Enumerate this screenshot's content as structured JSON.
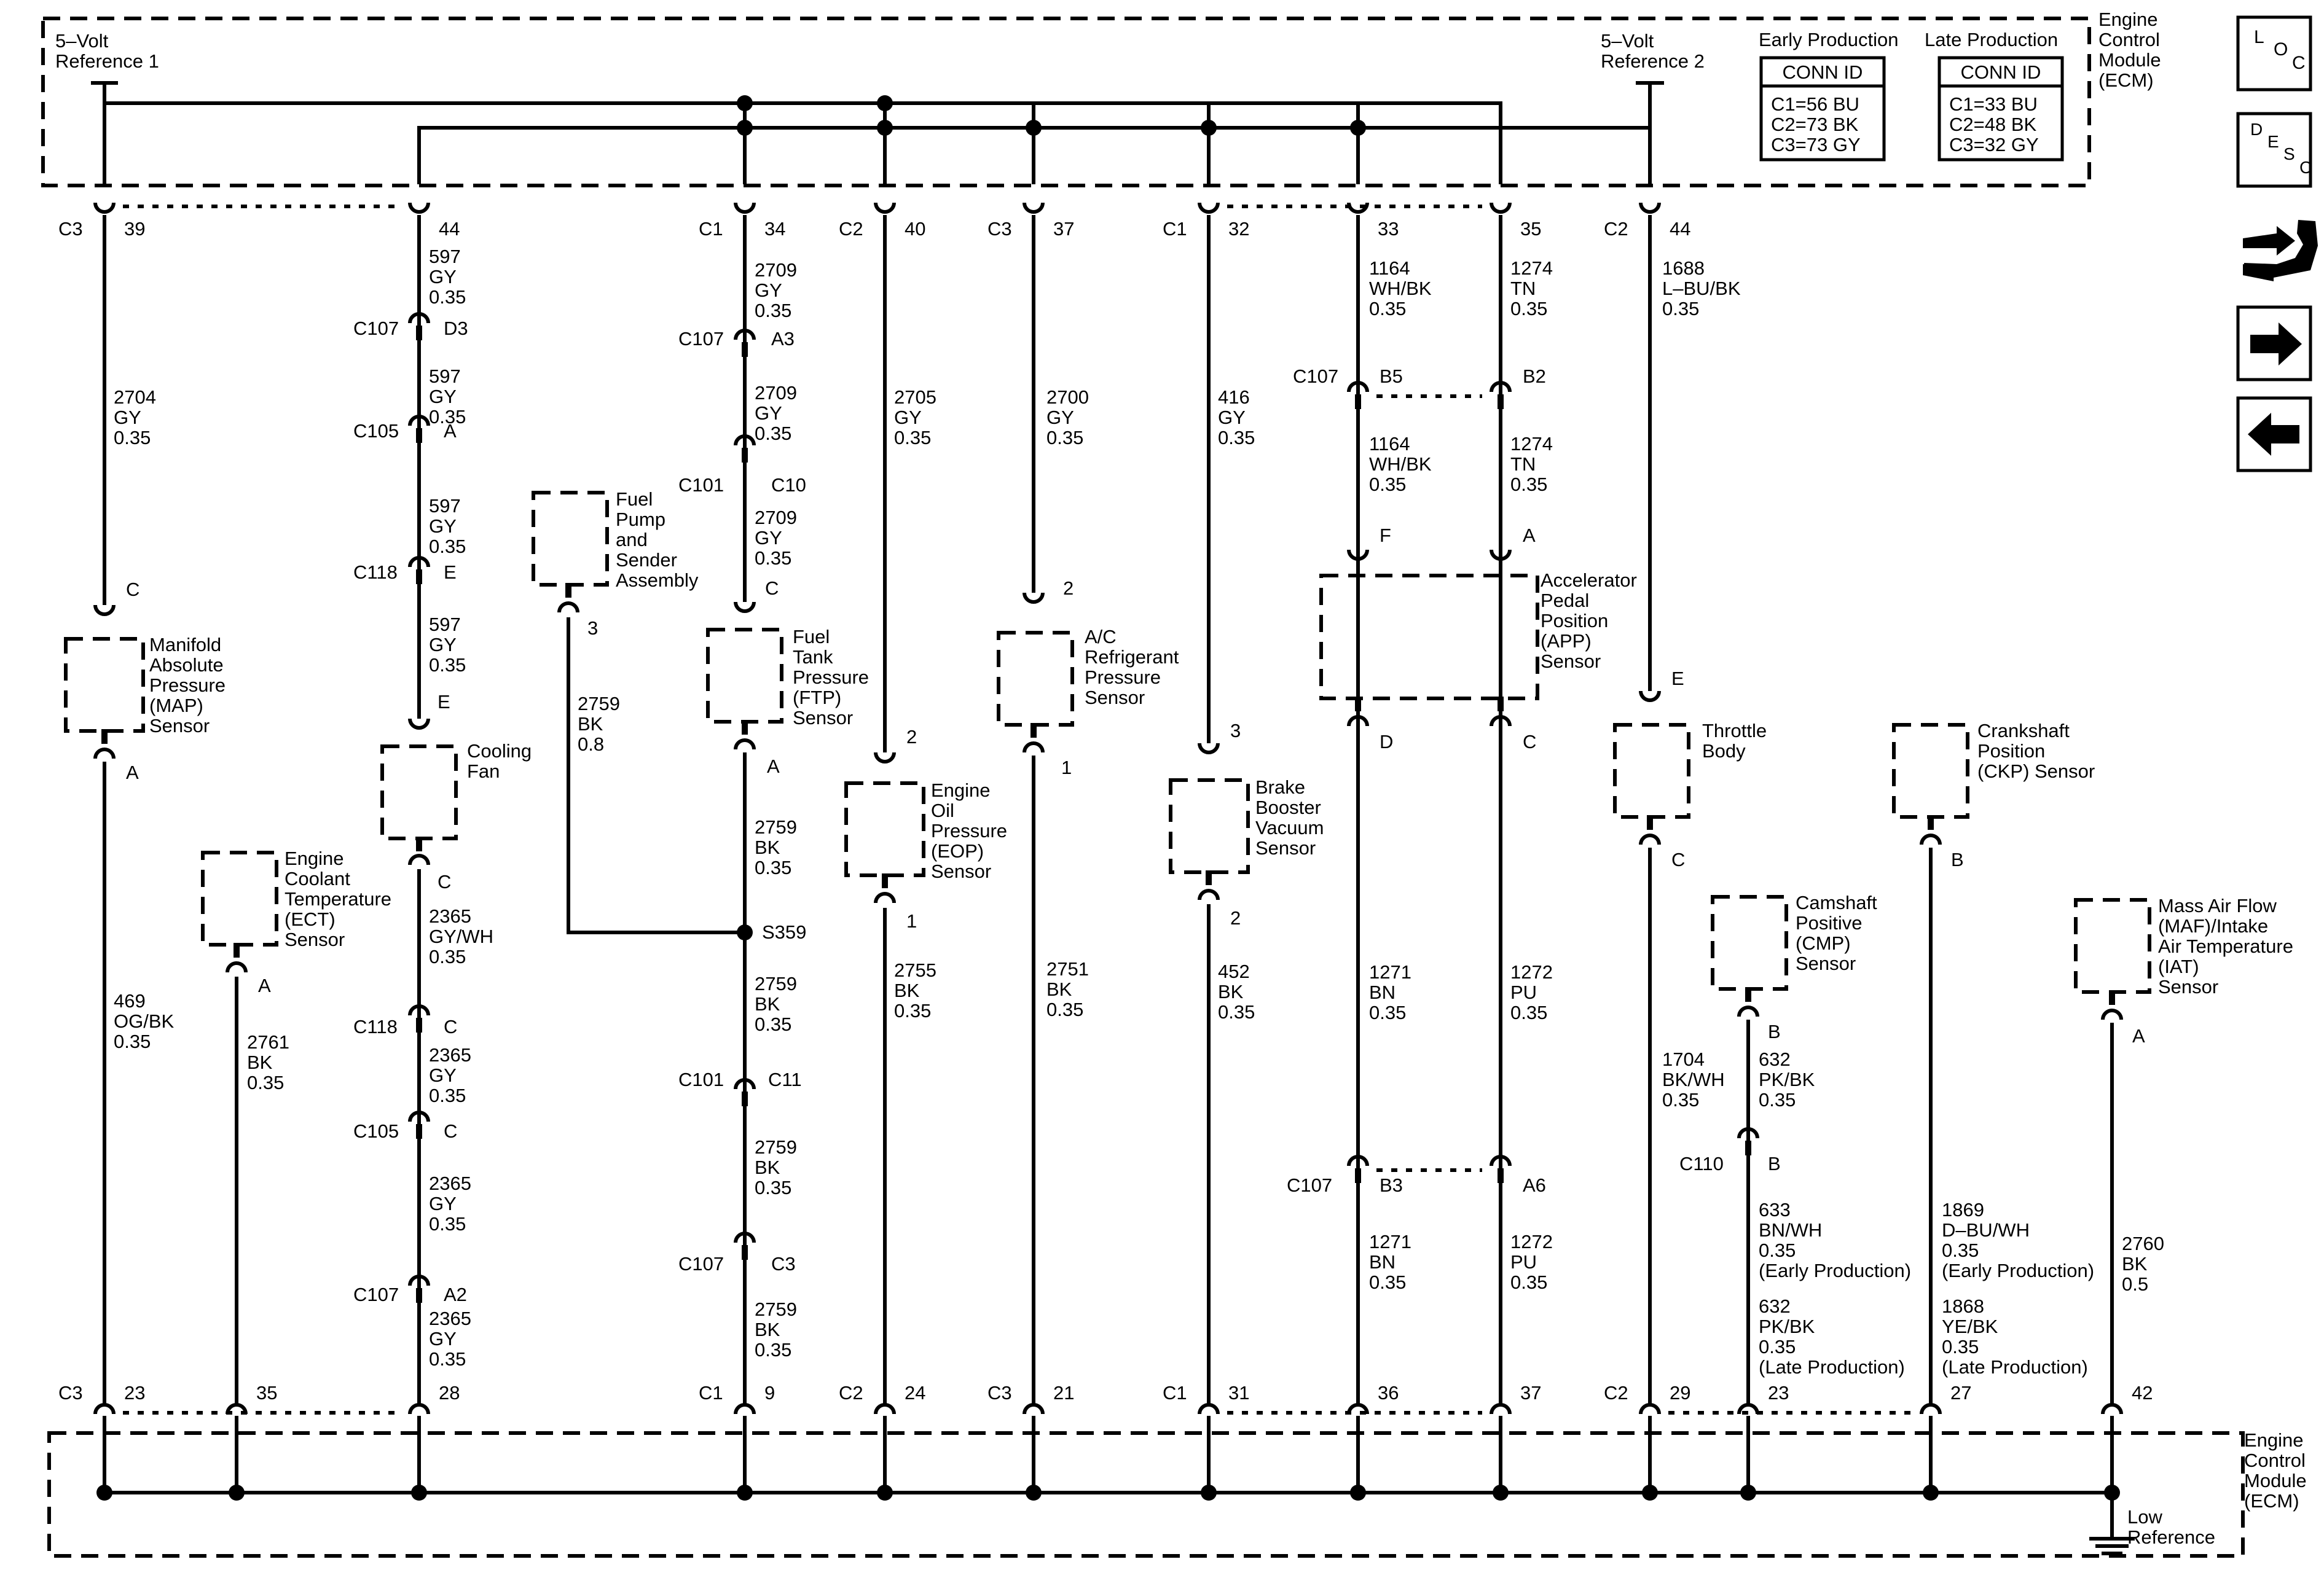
{
  "ecm": {
    "top_label": [
      "Engine",
      "Control",
      "Module",
      "(ECM)"
    ],
    "bottom_label": [
      "Engine",
      "Control",
      "Module",
      "(ECM)"
    ],
    "ref1": [
      "5–Volt",
      "Reference 1"
    ],
    "ref2": [
      "5–Volt",
      "Reference 2"
    ],
    "low_ref": [
      "Low",
      "Reference"
    ]
  },
  "conn_id": {
    "header": "CONN ID",
    "early": {
      "title": "Early Production",
      "lines": [
        "C1=56 BU",
        "C2=73 BK",
        "C3=73 GY"
      ]
    },
    "late": {
      "title": "Late Production",
      "lines": [
        "C1=33 BU",
        "C2=48 BK",
        "C3=32 GY"
      ]
    }
  },
  "nav_icons": [
    {
      "name": "loc-icon",
      "glyphs": [
        "L",
        "O",
        "C"
      ]
    },
    {
      "name": "desc-icon",
      "glyphs": [
        "D",
        "E",
        "S",
        "C"
      ]
    },
    {
      "name": "connector-tools-icon"
    },
    {
      "name": "next-arrow-icon"
    },
    {
      "name": "back-arrow-icon"
    }
  ],
  "components": [
    {
      "id": "map",
      "lines": [
        "Manifold",
        "Absolute",
        "Pressure",
        "(MAP)",
        "Sensor"
      ]
    },
    {
      "id": "ect",
      "lines": [
        "Engine",
        "Coolant",
        "Temperature",
        "(ECT)",
        "Sensor"
      ]
    },
    {
      "id": "fan",
      "lines": [
        "Cooling",
        "Fan"
      ]
    },
    {
      "id": "fuelpump",
      "lines": [
        "Fuel",
        "Pump",
        "and",
        "Sender",
        "Assembly"
      ]
    },
    {
      "id": "ftp",
      "lines": [
        "Fuel",
        "Tank",
        "Pressure",
        "(FTP)",
        "Sensor"
      ]
    },
    {
      "id": "eop",
      "lines": [
        "Engine",
        "Oil",
        "Pressure",
        "(EOP)",
        "Sensor"
      ]
    },
    {
      "id": "acref",
      "lines": [
        "A/C",
        "Refrigerant",
        "Pressure",
        "Sensor"
      ]
    },
    {
      "id": "brake",
      "lines": [
        "Brake",
        "Booster",
        "Vacuum",
        "Sensor"
      ]
    },
    {
      "id": "app",
      "lines": [
        "Accelerator",
        "Pedal",
        "Position",
        "(APP)",
        "Sensor"
      ]
    },
    {
      "id": "throttle",
      "lines": [
        "Throttle",
        "Body"
      ]
    },
    {
      "id": "ckp",
      "lines": [
        "Crankshaft",
        "Position",
        "(CKP) Sensor"
      ]
    },
    {
      "id": "cmp",
      "lines": [
        "Camshaft",
        "Positive",
        "(CMP)",
        "Sensor"
      ]
    },
    {
      "id": "maf",
      "lines": [
        "Mass Air Flow",
        "(MAF)/Intake",
        "Air Temperature",
        "(IAT)",
        "Sensor"
      ]
    }
  ],
  "ecm_top_pins": [
    {
      "conn": "C3",
      "pin": "39"
    },
    {
      "conn": "",
      "pin": "44"
    },
    {
      "conn": "C1",
      "pin": "34"
    },
    {
      "conn": "C2",
      "pin": "40"
    },
    {
      "conn": "C3",
      "pin": "37"
    },
    {
      "conn": "C1",
      "pin": "32"
    },
    {
      "conn": "",
      "pin": "33"
    },
    {
      "conn": "",
      "pin": "35"
    },
    {
      "conn": "C2",
      "pin": "44"
    }
  ],
  "ecm_bottom_pins": [
    {
      "conn": "C3",
      "pin": "23"
    },
    {
      "conn": "",
      "pin": "35"
    },
    {
      "conn": "",
      "pin": "28"
    },
    {
      "conn": "C1",
      "pin": "9"
    },
    {
      "conn": "C2",
      "pin": "24"
    },
    {
      "conn": "C3",
      "pin": "21"
    },
    {
      "conn": "C1",
      "pin": "31"
    },
    {
      "conn": "",
      "pin": "36"
    },
    {
      "conn": "",
      "pin": "37"
    },
    {
      "conn": "C2",
      "pin": "29"
    },
    {
      "conn": "",
      "pin": "23"
    },
    {
      "conn": "",
      "pin": "27"
    },
    {
      "conn": "",
      "pin": "42"
    }
  ],
  "inline_connectors": [
    {
      "name": "C107",
      "pin": "D3"
    },
    {
      "name": "C105",
      "pin": "A"
    },
    {
      "name": "C118",
      "pin": "E"
    },
    {
      "name": "C107",
      "pin": "A3"
    },
    {
      "name": "C101",
      "pin": "C10"
    },
    {
      "name": "C107",
      "pin": "B5",
      "pin2": "B2"
    },
    {
      "name": "C118",
      "pin": "C"
    },
    {
      "name": "C105",
      "pin": "C"
    },
    {
      "name": "C107",
      "pin": "A2"
    },
    {
      "name": "C101",
      "pin": "C11"
    },
    {
      "name": "C107",
      "pin": "C3"
    },
    {
      "name": "C107",
      "pin": "B3",
      "pin2": "A6"
    },
    {
      "name": "C110",
      "pin": "B"
    }
  ],
  "pin_labels": [
    "C",
    "A",
    "A",
    "E",
    "C",
    "3",
    "C",
    "A",
    "2",
    "1",
    "2",
    "1",
    "3",
    "2",
    "F",
    "A",
    "D",
    "C",
    "E",
    "C",
    "B",
    "B",
    "A"
  ],
  "splice": "S359",
  "wires": [
    [
      "2704",
      "GY",
      "0.35"
    ],
    [
      "469",
      "OG/BK",
      "0.35"
    ],
    [
      "2761",
      "BK",
      "0.35"
    ],
    [
      "597",
      "GY",
      "0.35"
    ],
    [
      "597",
      "GY",
      "0.35"
    ],
    [
      "597",
      "GY",
      "0.35"
    ],
    [
      "597",
      "GY",
      "0.35"
    ],
    [
      "2365",
      "GY/WH",
      "0.35"
    ],
    [
      "2365",
      "GY",
      "0.35"
    ],
    [
      "2365",
      "GY",
      "0.35"
    ],
    [
      "2365",
      "GY",
      "0.35"
    ],
    [
      "2759",
      "BK",
      "0.8"
    ],
    [
      "2709",
      "GY",
      "0.35"
    ],
    [
      "2709",
      "GY",
      "0.35"
    ],
    [
      "2709",
      "GY",
      "0.35"
    ],
    [
      "2759",
      "BK",
      "0.35"
    ],
    [
      "2759",
      "BK",
      "0.35"
    ],
    [
      "2759",
      "BK",
      "0.35"
    ],
    [
      "2759",
      "BK",
      "0.35"
    ],
    [
      "2705",
      "GY",
      "0.35"
    ],
    [
      "2755",
      "BK",
      "0.35"
    ],
    [
      "2700",
      "GY",
      "0.35"
    ],
    [
      "2751",
      "BK",
      "0.35"
    ],
    [
      "416",
      "GY",
      "0.35"
    ],
    [
      "452",
      "BK",
      "0.35"
    ],
    [
      "1164",
      "WH/BK",
      "0.35"
    ],
    [
      "1164",
      "WH/BK",
      "0.35"
    ],
    [
      "1271",
      "BN",
      "0.35"
    ],
    [
      "1271",
      "BN",
      "0.35"
    ],
    [
      "1274",
      "TN",
      "0.35"
    ],
    [
      "1274",
      "TN",
      "0.35"
    ],
    [
      "1272",
      "PU",
      "0.35"
    ],
    [
      "1272",
      "PU",
      "0.35"
    ],
    [
      "1688",
      "L–BU/BK",
      "0.35"
    ],
    [
      "1704",
      "BK/WH",
      "0.35"
    ],
    [
      "632",
      "PK/BK",
      "0.35"
    ],
    [
      "633",
      "BN/WH",
      "0.35",
      "(Early Production)"
    ],
    [
      "632",
      "PK/BK",
      "0.35",
      "(Late Production)"
    ],
    [
      "1869",
      "D–BU/WH",
      "0.35",
      "(Early Production)"
    ],
    [
      "1868",
      "YE/BK",
      "0.35",
      "(Late Production)"
    ],
    [
      "2760",
      "BK",
      "0.5"
    ]
  ]
}
